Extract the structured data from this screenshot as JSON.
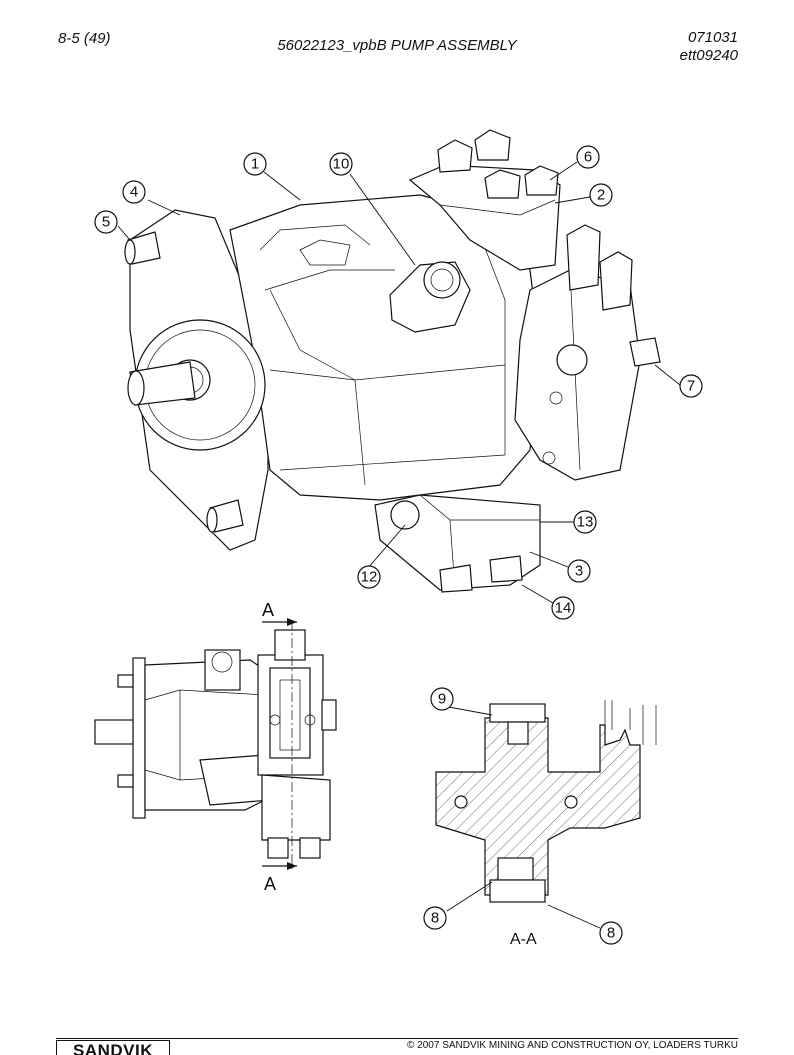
{
  "header": {
    "page_number": "8-5 (49)",
    "title": "56022123_vpbB PUMP ASSEMBLY",
    "date_code": "071031",
    "doc_id": "ett09240"
  },
  "callouts": {
    "c1": "1",
    "c2": "2",
    "c3": "3",
    "c4": "4",
    "c5": "5",
    "c6": "6",
    "c7": "7",
    "c8a": "8",
    "c8b": "8",
    "c9": "9",
    "c10": "10",
    "c12": "12",
    "c13": "13",
    "c14": "14"
  },
  "section": {
    "marker_top": "A",
    "marker_bottom": "A",
    "view_label": "A-A"
  },
  "footer": {
    "logo": "SANDVIK",
    "copyright": "© 2007 SANDVIK MINING AND CONSTRUCTION OY, LOADERS TURKU"
  }
}
